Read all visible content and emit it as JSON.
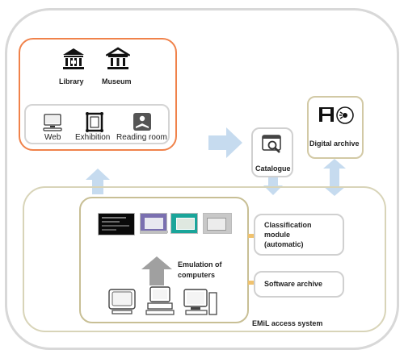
{
  "labels": {
    "library": "Library",
    "museum": "Museum",
    "web": "Web",
    "exhibition": "Exhibition",
    "reading_room": "Reading room",
    "catalogue": "Catalogue",
    "digital_archive": "Digital archive",
    "classification_line1": "Classification",
    "classification_line2": "module",
    "classification_line3": "(automatic)",
    "software_archive": "Software archive",
    "emulation_line1": "Emulation of",
    "emulation_line2": "computers",
    "emil": "EMiL access system"
  },
  "colors": {
    "outer_border": "#d8d8d8",
    "access_border": "#f0824a",
    "arrow_blue": "#c6dbef",
    "connector_orange": "#f0c26e",
    "emulation_arrow": "#a0a0a0"
  },
  "icons": [
    "library-icon",
    "museum-icon",
    "monitor-icon",
    "picture-frame-icon",
    "reading-room-icon",
    "catalogue-icon",
    "floppy-disk-icon",
    "cd-icon",
    "computer-icon"
  ]
}
